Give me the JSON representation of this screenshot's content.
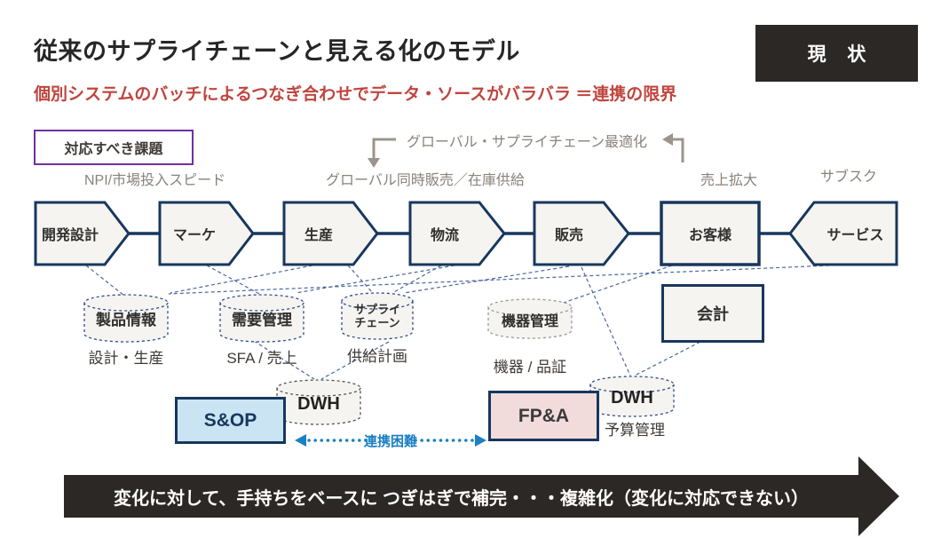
{
  "header": {
    "title": "従来のサプライチェーンと見える化のモデル",
    "subtitle": "個別システムのバッチによるつなぎ合わせでデータ・ソースがバラバラ ＝連携の限界",
    "status_badge": "現 状"
  },
  "challenges": {
    "issues_box": "対応すべき課題",
    "npi": "NPI/市場投入スピード",
    "global_supply": "グローバル同時販売／在庫供給",
    "gsc_optimization": "グローバル・サプライチェーン最適化",
    "sales_expansion": "売上拡大",
    "subscription": "サブスク"
  },
  "process_chain": [
    "開発設計",
    "マーケ",
    "生産",
    "物流",
    "販売",
    "お客様",
    "サービス"
  ],
  "systems": [
    {
      "name": "製品情報",
      "sub": "設計・生産"
    },
    {
      "name": "需要管理",
      "sub": "SFA / 売上"
    },
    {
      "name_line1": "サプライ",
      "name_line2": "チェーン",
      "sub": "供給計画"
    },
    {
      "name": "機器管理",
      "sub": "機器 / 品証"
    },
    {
      "name": "会計"
    }
  ],
  "integration": {
    "sop": "S&OP",
    "dwh_left": "DWH",
    "link_label": "連携困難",
    "fpa": "FP&A",
    "dwh_right": "DWH",
    "budget_label": "予算管理"
  },
  "bottom_banner": {
    "text": "変化に対して、手持ちをベースに つぎはぎで補完・・・複雑化（変化に対応できない）"
  },
  "colors": {
    "accent_red": "#c0453e",
    "navy": "#17375e",
    "dashed_navy": "#2e4c8f",
    "purple": "#7030a0",
    "link_blue": "#1b7fc4",
    "banner_black": "#2b2826",
    "sop_fill": "#cbe4f3",
    "fpa_fill": "#f2dcdb",
    "shape_fill": "#f6f4f0",
    "gray_text": "#8a827b"
  }
}
